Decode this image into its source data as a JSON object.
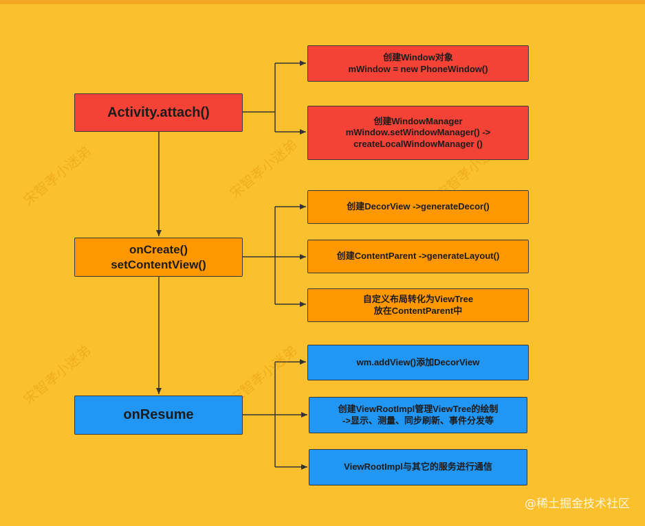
{
  "nodes": {
    "attach": {
      "lines": [
        "Activity.attach()"
      ]
    },
    "create_window": {
      "lines": [
        "创建Window对象",
        "mWindow = new PhoneWindow()"
      ]
    },
    "create_wm": {
      "lines": [
        "创建WindowManager",
        "mWindow.setWindowManager() ->",
        "createLocalWindowManager ()"
      ]
    },
    "oncreate": {
      "lines": [
        "onCreate()",
        "setContentView()"
      ]
    },
    "decorview": {
      "lines": [
        "创建DecorView ->generateDecor()"
      ]
    },
    "contentparent": {
      "lines": [
        "创建ContentParent ->generateLayout()"
      ]
    },
    "viewtree": {
      "lines": [
        "自定义布局转化为ViewTree",
        "放在ContentParent中"
      ]
    },
    "onresume": {
      "lines": [
        "onResume"
      ]
    },
    "addview": {
      "lines": [
        "wm.addView()添加DecorView"
      ]
    },
    "viewrootimpl": {
      "lines": [
        "创建ViewRootImpl管理ViewTree的绘制",
        "->显示、测量、同步刷新、事件分发等"
      ]
    },
    "communicate": {
      "lines": [
        "ViewRootImpl与其它的服务进行通信"
      ]
    }
  },
  "colors": {
    "background": "#FBC02D",
    "attach_stage": "#F44336",
    "create_stage": "#FF9800",
    "resume_stage": "#2196F3",
    "lines": "#333333"
  },
  "watermark": "宋智孝小迷弟",
  "corner_mark": "@稀土掘金技术社区"
}
